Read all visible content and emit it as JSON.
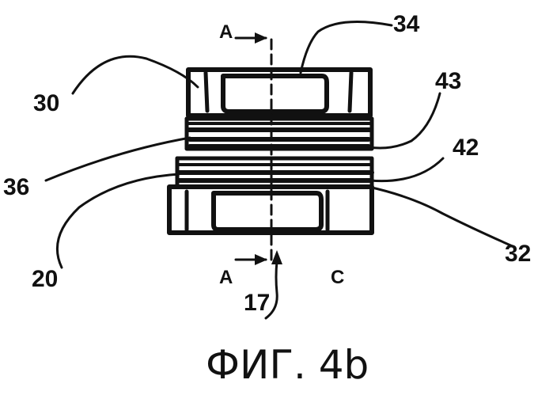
{
  "figure": {
    "caption": "ФИГ. 4b",
    "section_marks": {
      "top": "A",
      "bottom": "A",
      "side": "C"
    },
    "reference_numerals": {
      "n34": "34",
      "n30": "30",
      "n43": "43",
      "n42": "42",
      "n36": "36",
      "n20": "20",
      "n32": "32",
      "n17": "17"
    }
  }
}
